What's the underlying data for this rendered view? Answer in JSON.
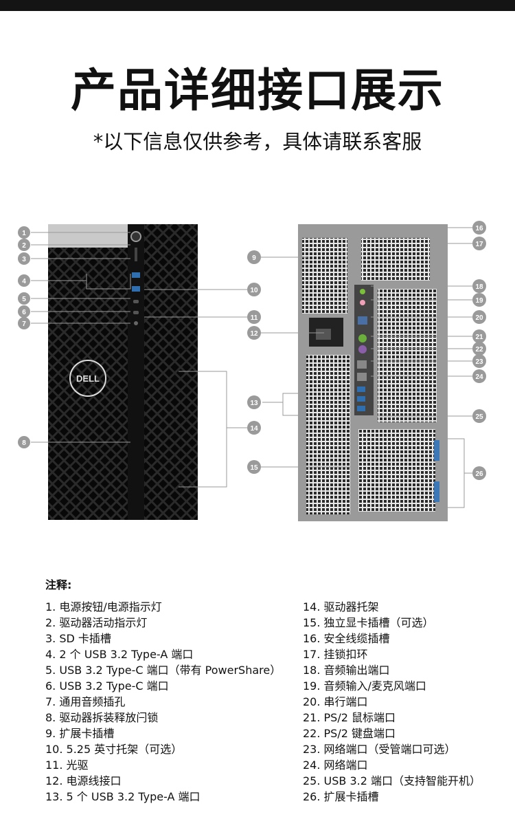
{
  "header": {
    "title": "产品详细接口展示",
    "subtitle": "*以下信息仅供参考，具体请联系客服"
  },
  "diagram": {
    "front_callouts": [
      "1",
      "2",
      "3",
      "4",
      "5",
      "6",
      "7",
      "8",
      "10",
      "11",
      "14"
    ],
    "rear_callouts": [
      "9",
      "12",
      "13",
      "15",
      "16",
      "17",
      "18",
      "19",
      "20",
      "21",
      "22",
      "23",
      "24",
      "25",
      "26"
    ]
  },
  "notes": {
    "heading": "注释:",
    "left": [
      "1. 电源按钮/电源指示灯",
      "2. 驱动器活动指示灯",
      "3. SD 卡插槽",
      "4. 2 个 USB 3.2 Type-A 端口",
      "5. USB 3.2 Type-C 端口（带有 PowerShare）",
      "6. USB 3.2 Type-C 端口",
      "7. 通用音频插孔",
      "8. 驱动器拆装释放闩锁",
      "9. 扩展卡插槽",
      "10. 5.25 英寸托架（可选）",
      "11. 光驱",
      "12. 电源线接口",
      "13. 5 个 USB 3.2 Type-A 端口"
    ],
    "right": [
      "14. 驱动器托架",
      "15. 独立显卡插槽（可选）",
      " 16. 安全线缆插槽",
      "17. 挂锁扣环",
      "18. 音频输出端口",
      "19. 音频输入/麦克风端口",
      "20. 串行端口",
      "21. PS/2 鼠标端口",
      " 22. PS/2 键盘端口",
      "23. 网络端口（受管端口可选）",
      "24. 网络端口",
      "25. USB 3.2 端口（支持智能开机）",
      "26. 扩展卡插槽"
    ]
  }
}
